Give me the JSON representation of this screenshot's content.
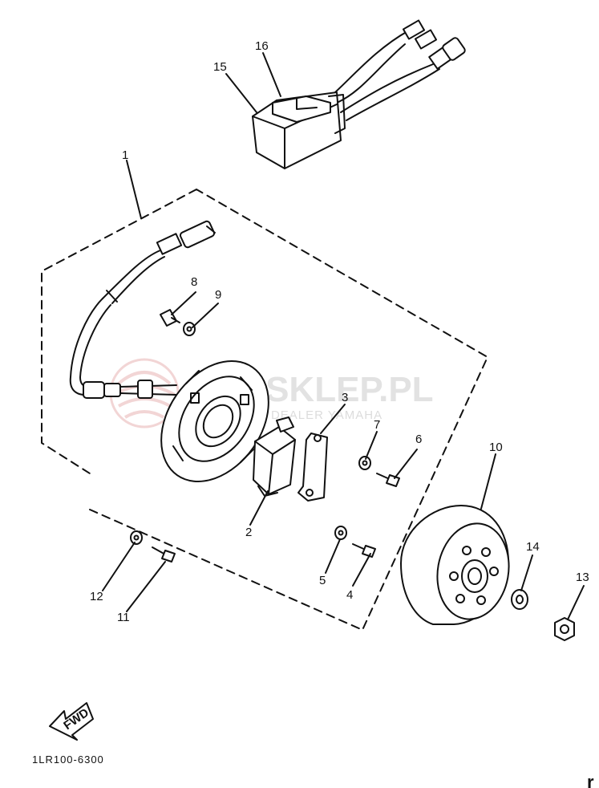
{
  "diagram": {
    "callouts": [
      "1",
      "2",
      "3",
      "4",
      "5",
      "6",
      "7",
      "8",
      "9",
      "10",
      "11",
      "12",
      "13",
      "14",
      "15",
      "16"
    ],
    "fwd_label": "FWD",
    "drawing_code": "1LR100-6300",
    "watermark_main": "MA-SKLEP.PL",
    "watermark_sub": "OWICT | DEALER YAMAHA",
    "corner_mark": "r",
    "colors": {
      "ink": "#111111",
      "watermark": "#d9d9d9",
      "watermark_logo": "#e8b4b4"
    }
  }
}
